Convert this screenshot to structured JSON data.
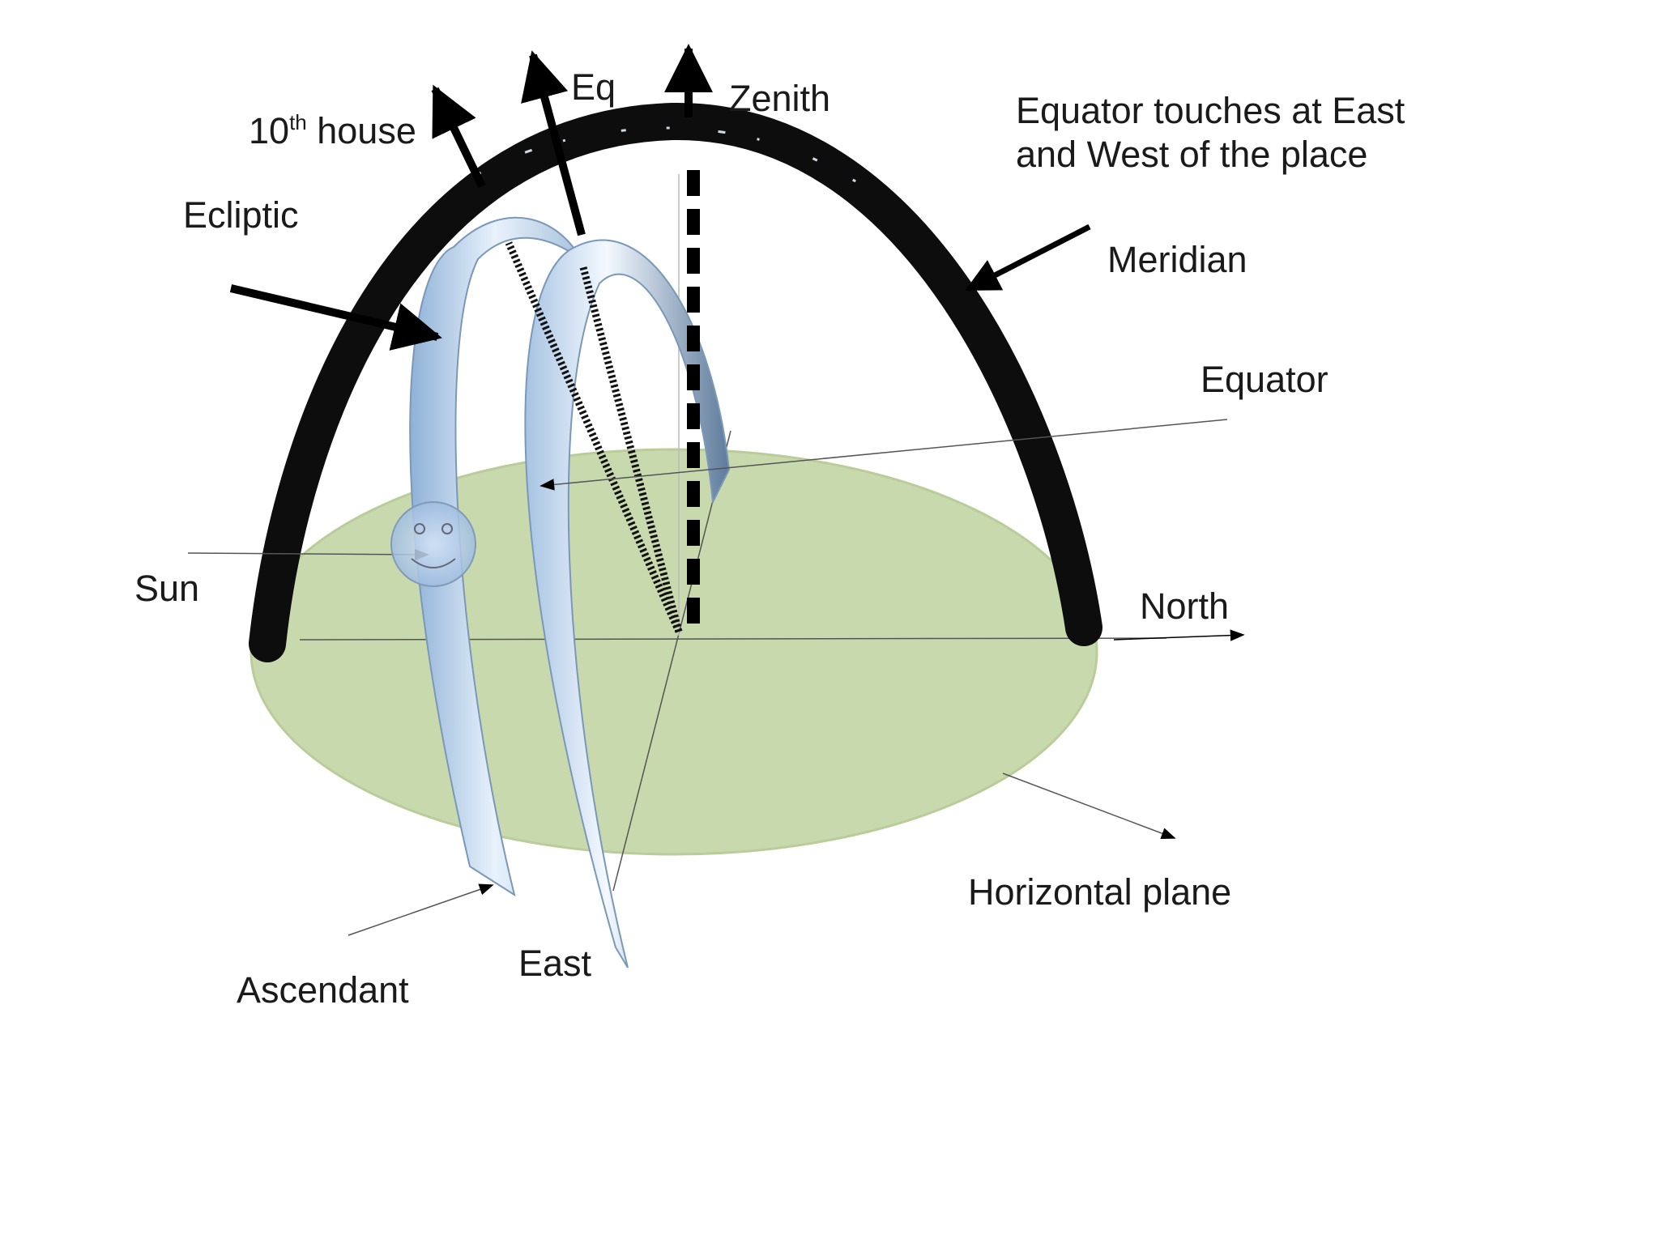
{
  "labels": {
    "house10_number": "10",
    "house10_suffix": "th",
    "house10_word": " house",
    "eq": "Eq",
    "zenith": "Zenith",
    "note_line1": "Equator touches at East",
    "note_line2": "and West of the place",
    "ecliptic": "Ecliptic",
    "meridian": "Meridian",
    "equator": "Equator",
    "sun": "Sun",
    "north": "North",
    "horizontal_plane": "Horizontal plane",
    "east": "East",
    "ascendant": "Ascendant"
  },
  "colors": {
    "background": "#ffffff",
    "meridian_arc": "#0d0d0d",
    "meridian_highlight": "#cfd9e6",
    "ecliptic_ribbon": "#bcd3ec",
    "equator_ribbon": "#d3e3f4",
    "ribbon_shadow": "#6f8aa8",
    "horizontal_plane": "#c8d9ae",
    "horizontal_plane_edge": "#b9cc9a",
    "sun_fill": "#b8d0ea",
    "sun_stroke": "#7f9bb8",
    "arrow": "#000000",
    "thin_line": "#555555"
  },
  "icons": {
    "sun": "smiley-sun-icon"
  }
}
